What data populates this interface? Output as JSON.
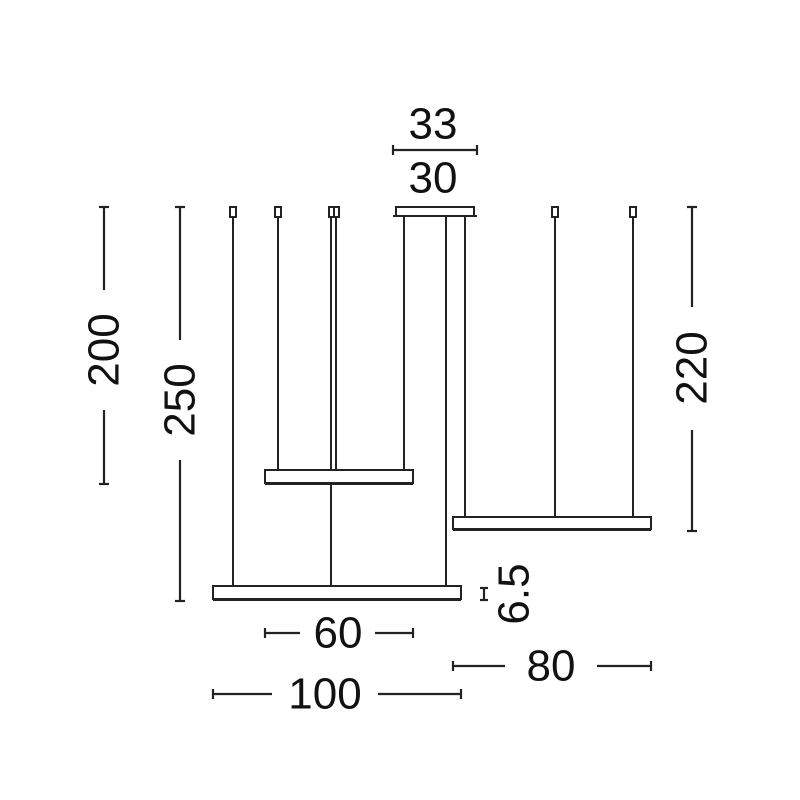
{
  "dimensions": {
    "canopy_outer": "33",
    "canopy_inner": "30",
    "height_small_ring": "200",
    "height_large_ring": "250",
    "height_medium_ring": "220",
    "ring_thickness": "6.5",
    "diameter_small": "60",
    "diameter_medium": "80",
    "diameter_large": "100"
  },
  "colors": {
    "line": "#222222",
    "background": "#ffffff"
  }
}
